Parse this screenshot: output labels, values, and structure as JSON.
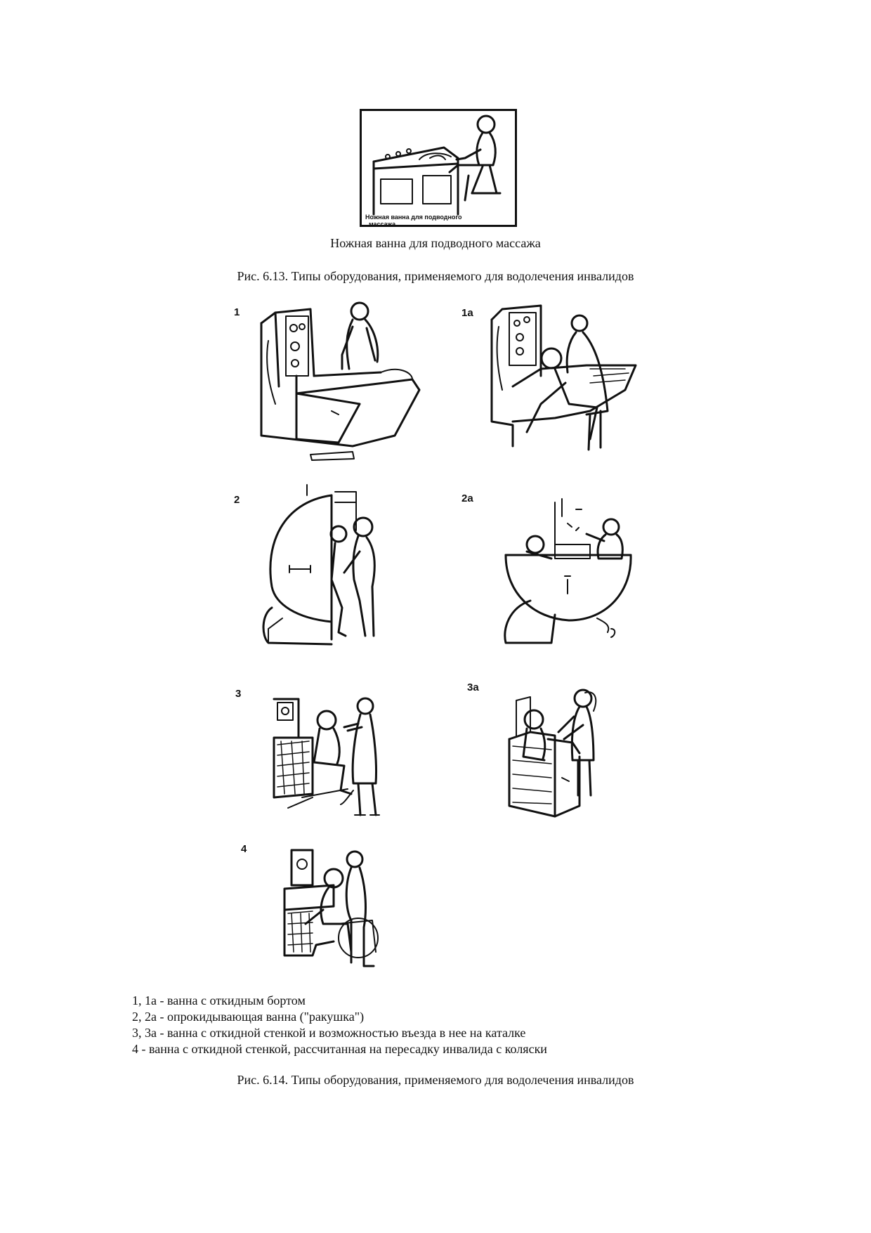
{
  "top_figure": {
    "inset_caption_line1": "Ножная ванна для подводного",
    "inset_caption_line2": "массажа",
    "caption": "Ножная ванна для подводного массажа"
  },
  "figure_613_caption": "Рис. 6.13. Типы оборудования, применяемого для водолечения инвалидов",
  "illustrations": [
    {
      "label": "1"
    },
    {
      "label": "1а"
    },
    {
      "label": "2"
    },
    {
      "label": "2а"
    },
    {
      "label": "3"
    },
    {
      "label": "3а"
    },
    {
      "label": "4"
    }
  ],
  "legend": [
    "1, 1а - ванна с откидным бортом",
    "2, 2а - опрокидывающая ванна (\"ракушка\")",
    "3, 3а - ванна с откидной стенкой и возможностью въезда в нее на каталке",
    "4 - ванна с откидной стенкой, рассчитанная на пересадку инвалида с коляски"
  ],
  "figure_614_caption": "Рис. 6.14. Типы оборудования, применяемого для водолечения инвалидов"
}
